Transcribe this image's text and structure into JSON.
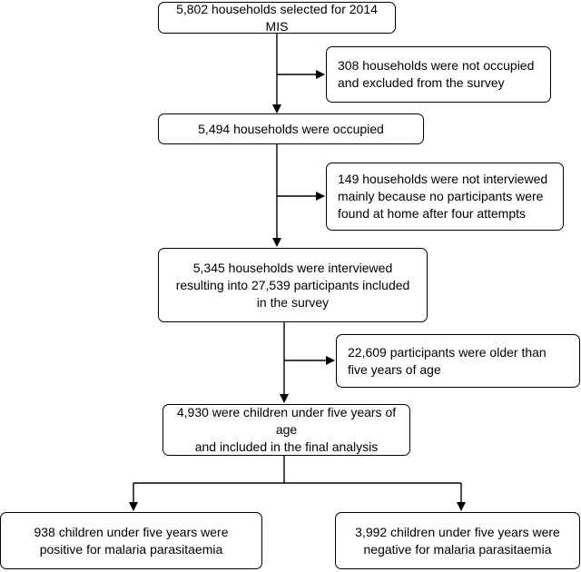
{
  "flowchart": {
    "selected": "5,802 households selected for 2014 MIS",
    "not_occupied": "308 households were not occupied\nand excluded from the survey",
    "occupied": "5,494 households were occupied",
    "not_interviewed": "149 households were not interviewed\nmainly because no participants were\nfound at home after four attempts",
    "interviewed": "5,345 households were interviewed\nresulting into 27,539 participants included\nin the survey",
    "older": "22,609 participants were older than\nfive years of age",
    "children": "4,930 were children under five years of age\nand included in the final analysis",
    "positive": "938 children under five years were\npositive for malaria parasitaemia",
    "negative": "3,992 children under five years were\nnegative for malaria parasitaemia"
  },
  "colors": {
    "stroke": "#000000",
    "background": "#ffffff"
  }
}
